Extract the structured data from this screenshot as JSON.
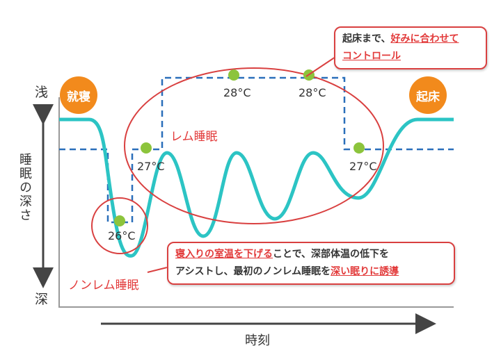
{
  "axes": {
    "shallow": "浅",
    "deep": "深",
    "y_label": "睡眠の深さ",
    "x_label": "時刻"
  },
  "badges": {
    "bedtime": "就寝",
    "wake": "起床"
  },
  "labels": {
    "rem": "レム睡眠",
    "nonrem": "ノンレム睡眠"
  },
  "temps": [
    "26°C",
    "27°C",
    "28°C",
    "28°C",
    "27°C"
  ],
  "callout_top": {
    "text1": "起床まで、",
    "highlight1": "好みに合わせて",
    "highlight2": "コントロール"
  },
  "callout_bottom": {
    "highlight1": "寝入りの室温を下げる",
    "text1": "ことで、深部体温の低下を",
    "text2": "アシストし、最初のノンレム睡眠を",
    "highlight2": "深い眠りに誘導"
  },
  "colors": {
    "curve": "#2cc4c4",
    "dashed": "#2a6fba",
    "dot": "#8cc43c",
    "red": "#e23a3a",
    "orange": "#f28a1c"
  }
}
